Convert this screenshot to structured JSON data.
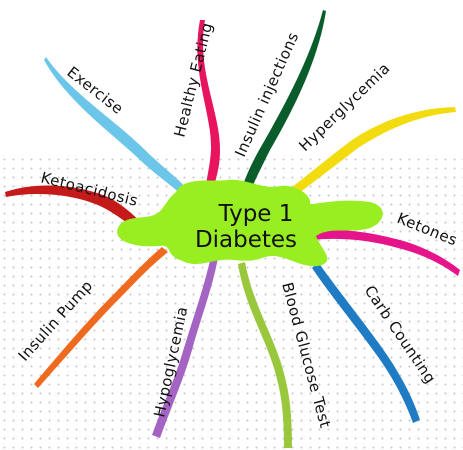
{
  "center": {
    "line1": "Type 1",
    "line2": "Diabetes",
    "color": "#99ee22"
  },
  "branches": [
    {
      "id": "exercise",
      "label": "Exercise",
      "color": "#6cc6ea"
    },
    {
      "id": "healthy",
      "label": "Healthy Eating",
      "color": "#e8155e"
    },
    {
      "id": "insulin-inj",
      "label": "Insulin injections",
      "color": "#0a5d2b"
    },
    {
      "id": "hyper",
      "label": "Hyperglycemia",
      "color": "#f2dc10"
    },
    {
      "id": "ketoacidosis",
      "label": "Ketoacidosis",
      "color": "#c51a1a"
    },
    {
      "id": "ketones",
      "label": "Ketones",
      "color": "#e6148a"
    },
    {
      "id": "pump",
      "label": "Insulin Pump",
      "color": "#ee6a1e"
    },
    {
      "id": "hypo",
      "label": "Hypoglycemia",
      "color": "#a464c4"
    },
    {
      "id": "bgt",
      "label": "Blood Glucose Test",
      "color": "#9ac83c"
    },
    {
      "id": "carb",
      "label": "Carb Counting",
      "color": "#1f7cc4"
    }
  ]
}
